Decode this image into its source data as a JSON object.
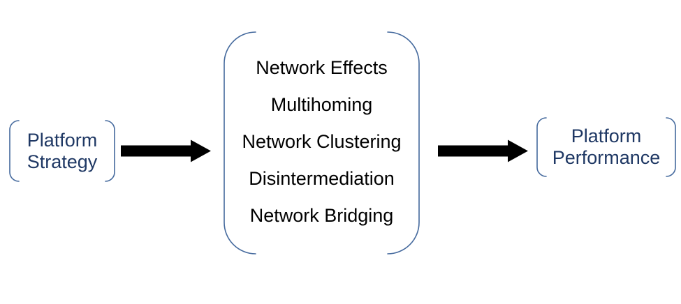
{
  "diagram": {
    "nodes": {
      "strategy": {
        "lines": [
          "Platform",
          "Strategy"
        ]
      },
      "mediators": {
        "items": [
          "Network Effects",
          "Multihoming",
          "Network Clustering",
          "Disintermediation",
          "Network Bridging"
        ]
      },
      "performance": {
        "lines": [
          "Platform",
          "Performance"
        ]
      }
    },
    "colors": {
      "background": "#ffffff",
      "node_text": "#1f3864",
      "list_text": "#000000",
      "bracket": "#44699d",
      "arrow": "#000000"
    }
  }
}
